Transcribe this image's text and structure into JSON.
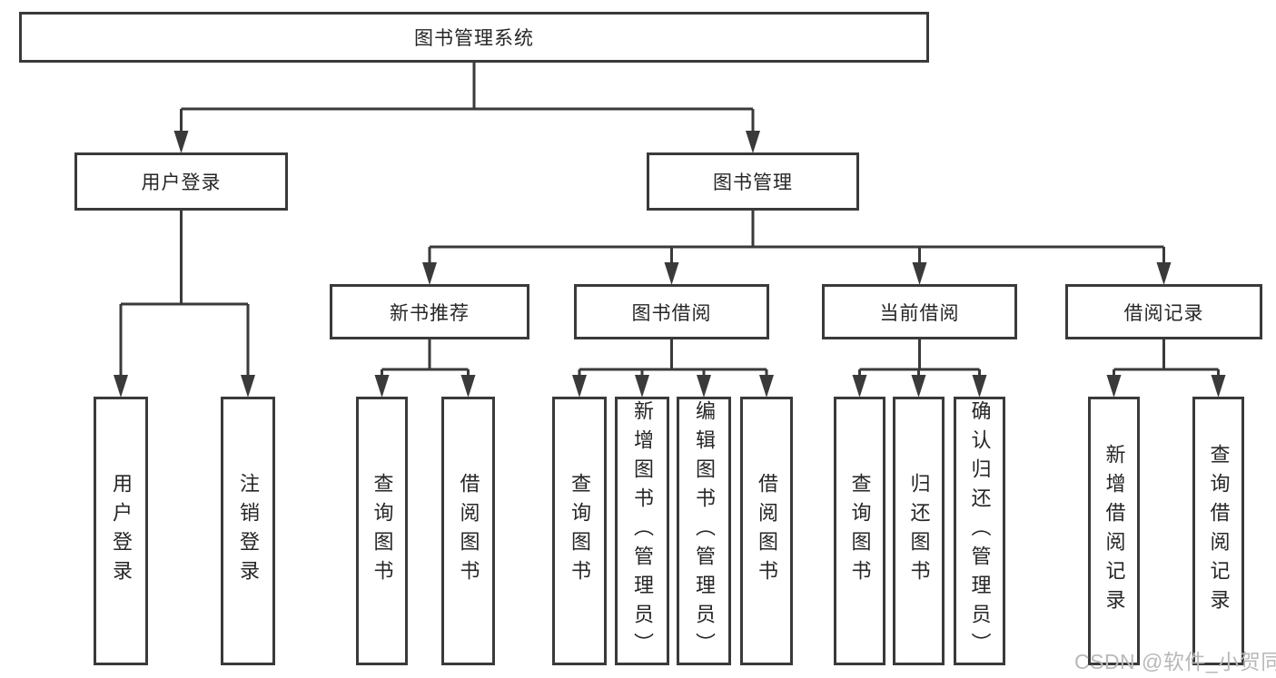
{
  "nodes": {
    "root": {
      "label": "图书管理系统"
    },
    "user_login": {
      "label": "用户登录",
      "children": [
        "用户登录",
        "注销登录"
      ]
    },
    "book_management": {
      "label": "图书管理"
    },
    "new_book_recommend": {
      "label": "新书推荐",
      "children": [
        "查询图书",
        "借阅图书"
      ]
    },
    "book_borrow": {
      "label": "图书借阅",
      "children": [
        "查询图书",
        "新增图书（管理员）",
        "编辑图书（管理员）",
        "借阅图书"
      ]
    },
    "current_borrow": {
      "label": "当前借阅",
      "children": [
        "查询图书",
        "归还图书",
        "确认归还（管理员）"
      ]
    },
    "borrow_records": {
      "label": "借阅记录",
      "children": [
        "新增借阅记录",
        "查询借阅记录"
      ]
    }
  },
  "watermark": {
    "text": "CSDN @软件_小贺同学"
  },
  "colors": {
    "line": "#3a3a3a",
    "text": "#262626",
    "box_bg": "#ffffff",
    "watermark": "#b9b9b9",
    "page_bg": "#ffffff"
  }
}
